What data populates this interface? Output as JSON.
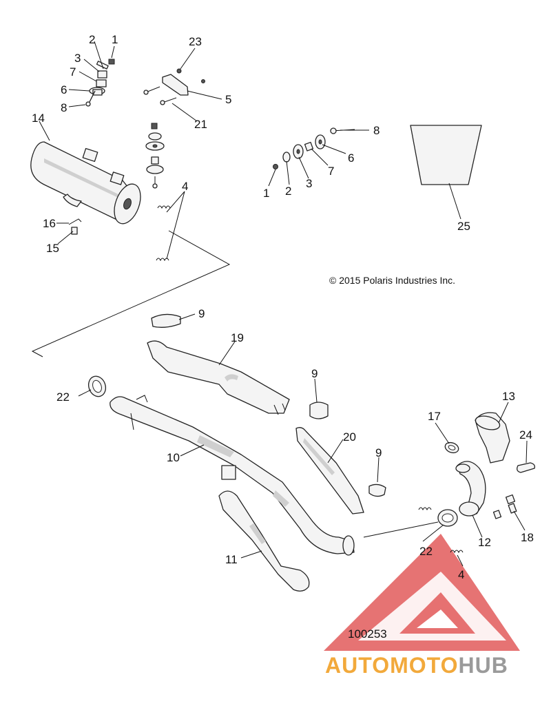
{
  "diagram": {
    "copyright": "© 2015 Polaris Industries Inc.",
    "figure_number": "100253",
    "callouts": {
      "c1a": "1",
      "c2a": "2",
      "c3a": "3",
      "c7a": "7",
      "c6a": "6",
      "c8a": "8",
      "c23": "23",
      "c5": "5",
      "c21": "21",
      "c14": "14",
      "c4a": "4",
      "c16": "16",
      "c15": "15",
      "c8b": "8",
      "c6b": "6",
      "c7b": "7",
      "c3b": "3",
      "c2b": "2",
      "c1b": "1",
      "c25": "25",
      "c9a": "9",
      "c19": "19",
      "c22a": "22",
      "c9b": "9",
      "c10": "10",
      "c20": "20",
      "c9c": "9",
      "c17": "17",
      "c13": "13",
      "c24": "24",
      "c11": "11",
      "c22b": "22",
      "c12": "12",
      "c18": "18",
      "c4b": "4"
    }
  },
  "watermark": {
    "text_part1": "AUTOMOTO",
    "text_part2": "HUB",
    "color_primary": "#f2a93b",
    "color_secondary": "#9a9a9a",
    "color_triangle": "#e25b5b"
  }
}
